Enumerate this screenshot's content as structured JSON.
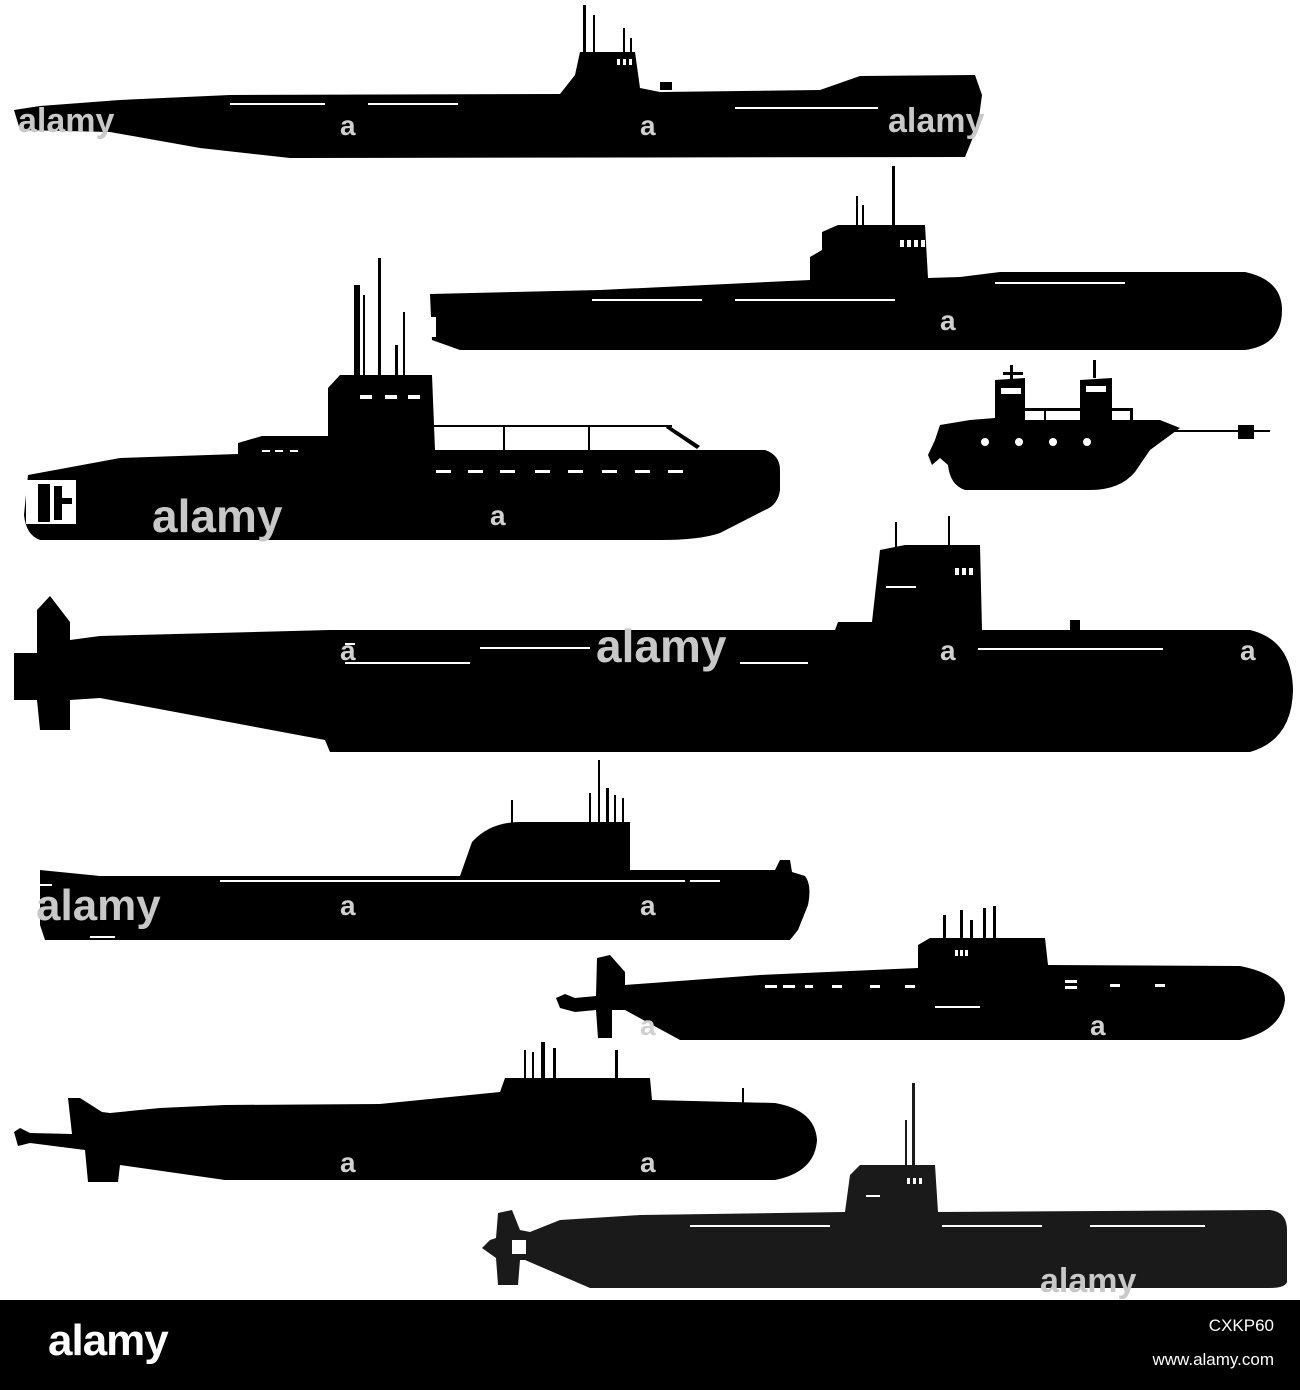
{
  "image": {
    "background_color": "#ffffff",
    "silhouette_color": "#000000",
    "last_silhouette_color": "#1a1a1a",
    "watermark_color": "#c8c8c8"
  },
  "watermark": {
    "word": "alamy",
    "letter": "a"
  },
  "footer": {
    "logo": "alamy",
    "image_id": "CXKP60",
    "url": "www.alamy.com",
    "background_color": "#000000",
    "text_color": "#ffffff"
  }
}
